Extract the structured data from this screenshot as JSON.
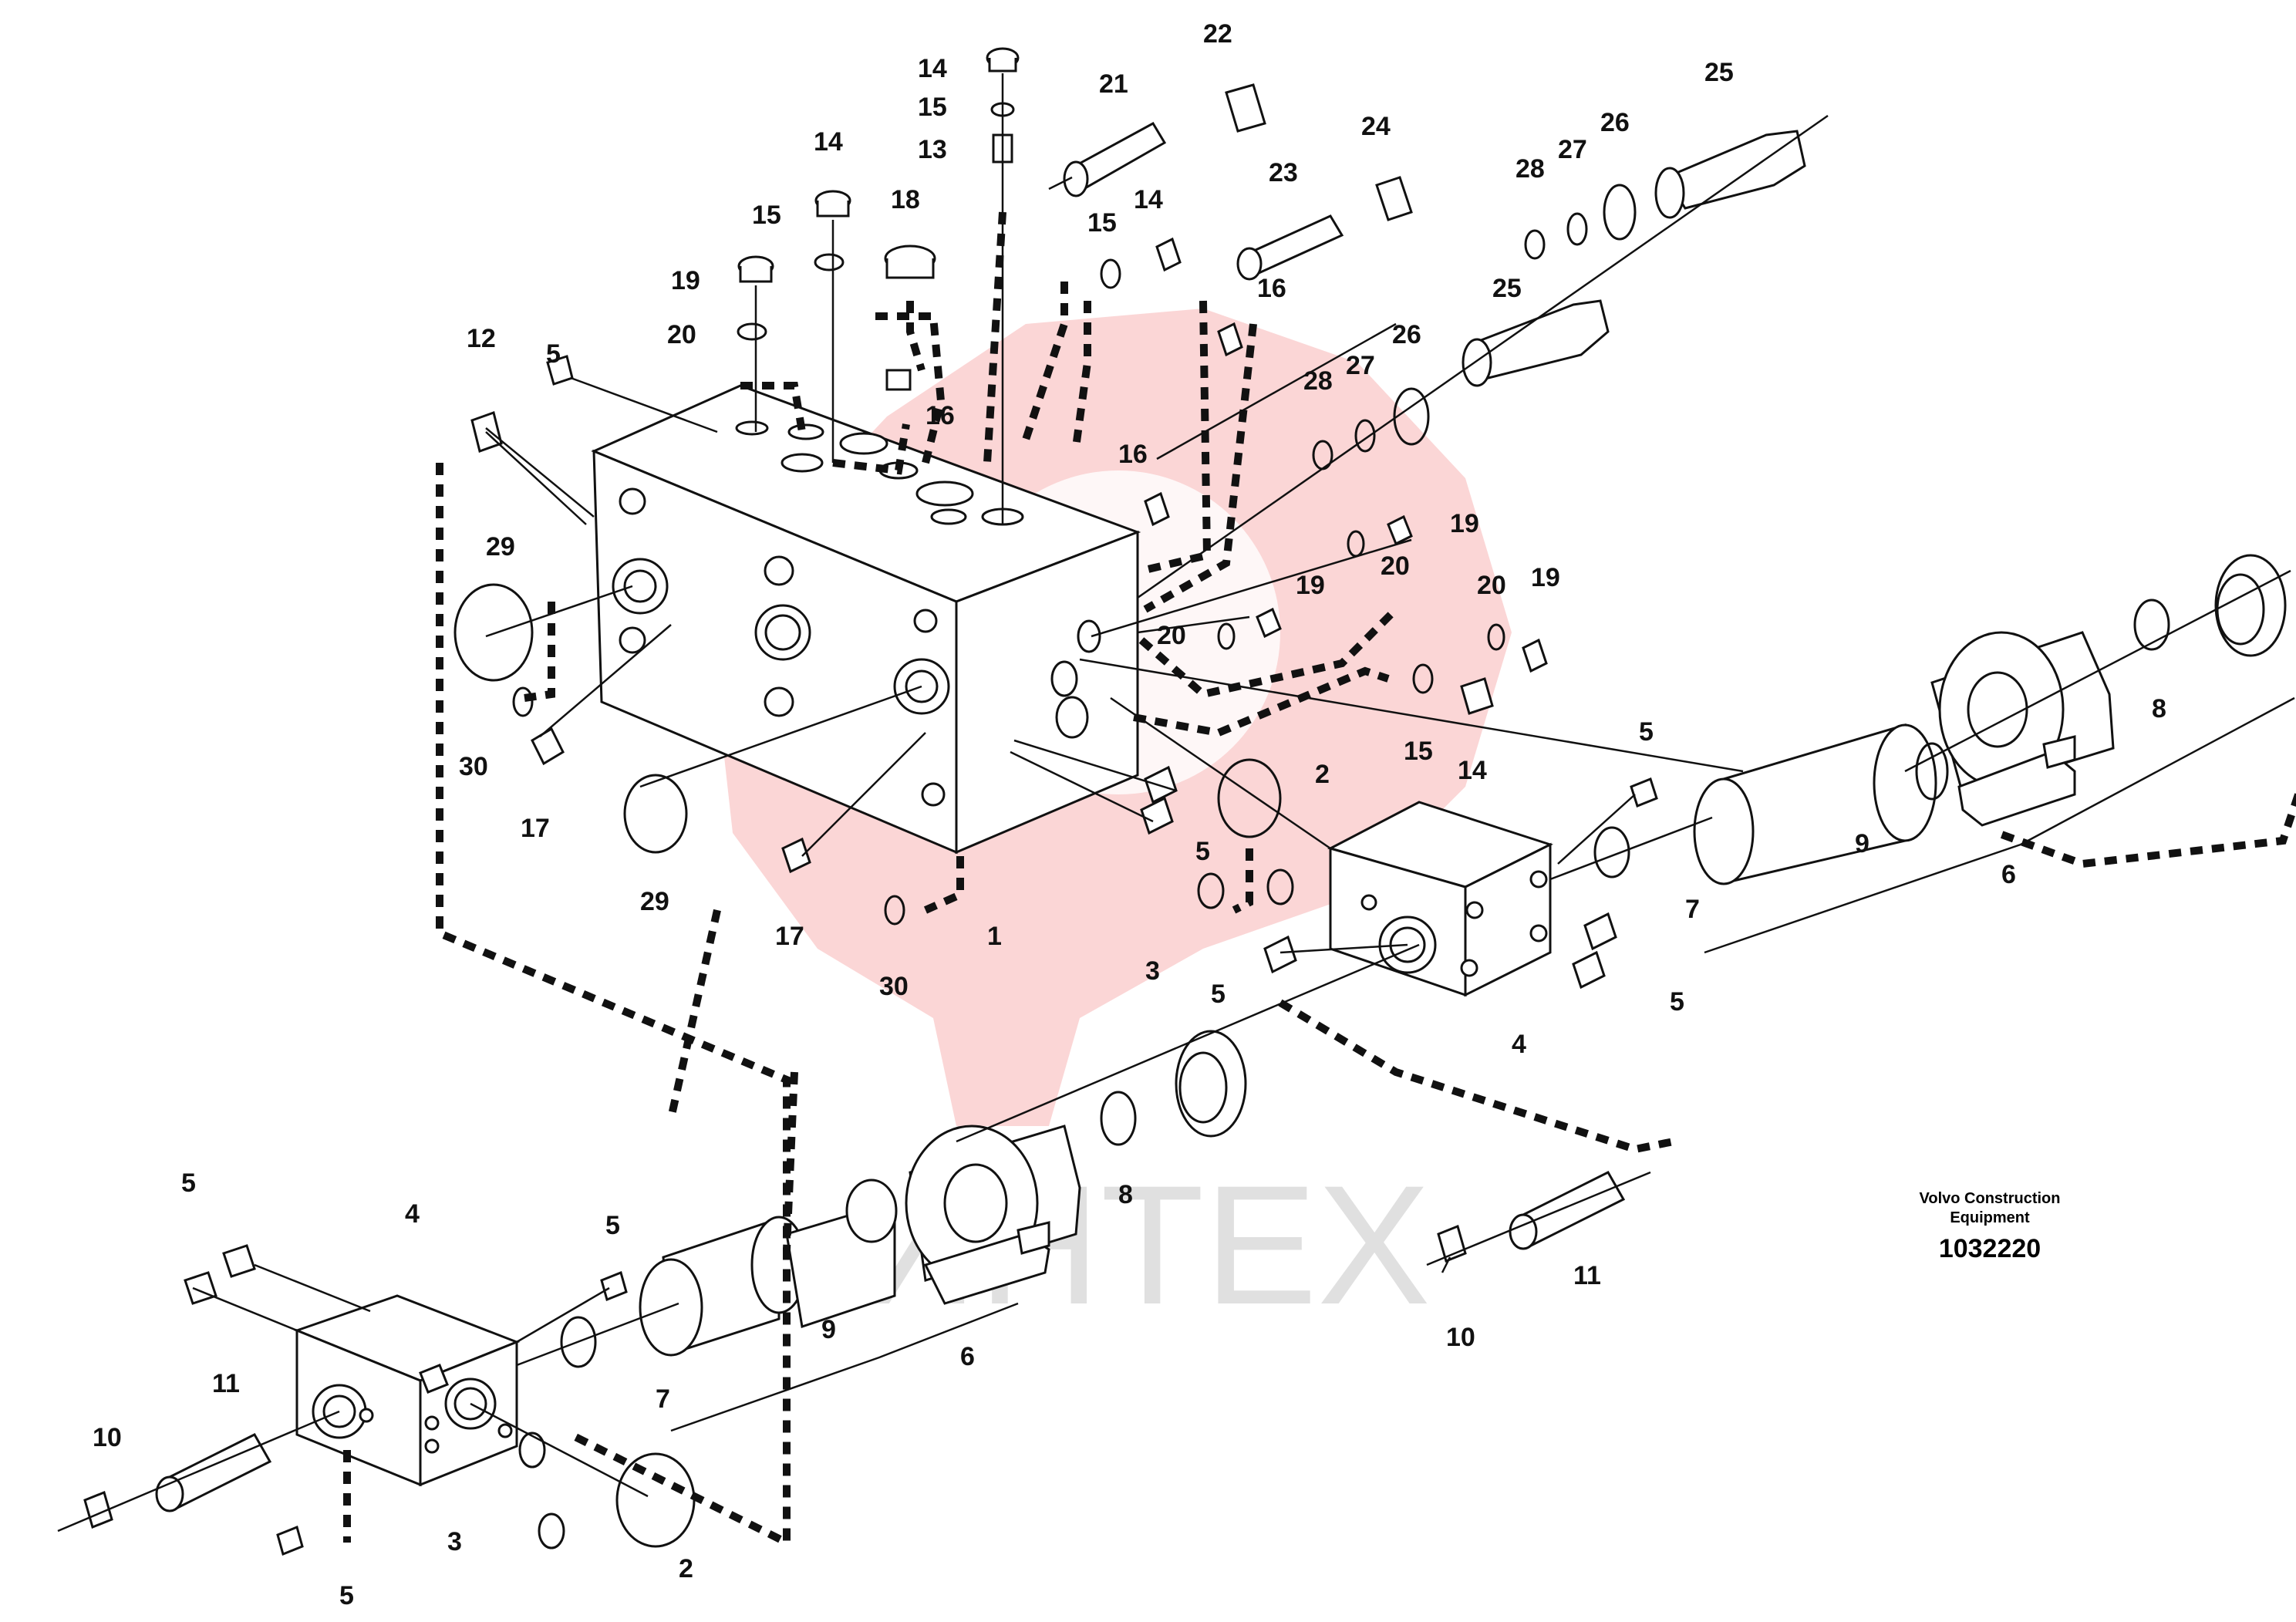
{
  "watermark": {
    "text": "ИНТЕХ",
    "color": "#f7b4b4"
  },
  "caption": {
    "company_line1": "Volvo Construction",
    "company_line2": "Equipment",
    "drawing_number": "1032220"
  },
  "labels": {
    "p1": "1",
    "p2a": "2",
    "p2b": "2",
    "p3a": "3",
    "p3b": "3",
    "p4a": "4",
    "p4b": "4",
    "p5a": "5",
    "p5b": "5",
    "p5c": "5",
    "p5d": "5",
    "p5e": "5",
    "p5f": "5",
    "p5g": "5",
    "p5h": "5",
    "p6a": "6",
    "p6b": "6",
    "p7a": "7",
    "p7b": "7",
    "p8a": "8",
    "p8b": "8",
    "p9a": "9",
    "p9b": "9",
    "p10a": "10",
    "p10b": "10",
    "p11a": "11",
    "p11b": "11",
    "p12": "12",
    "p13": "13",
    "p14a": "14",
    "p14b": "14",
    "p14c": "14",
    "p14d": "14",
    "p15a": "15",
    "p15b": "15",
    "p15c": "15",
    "p15d": "15",
    "p16a": "16",
    "p16b": "16",
    "p16c": "16",
    "p17a": "17",
    "p17b": "17",
    "p18": "18",
    "p19a": "19",
    "p19b": "19",
    "p19c": "19",
    "p19d": "19",
    "p20a": "20",
    "p20b": "20",
    "p20c": "20",
    "p20d": "20",
    "p21": "21",
    "p22": "22",
    "p23": "23",
    "p24": "24",
    "p25a": "25",
    "p25b": "25",
    "p26a": "26",
    "p26b": "26",
    "p27a": "27",
    "p27b": "27",
    "p28a": "28",
    "p28b": "28",
    "p29a": "29",
    "p29b": "29",
    "p30a": "30",
    "p30b": "30"
  }
}
